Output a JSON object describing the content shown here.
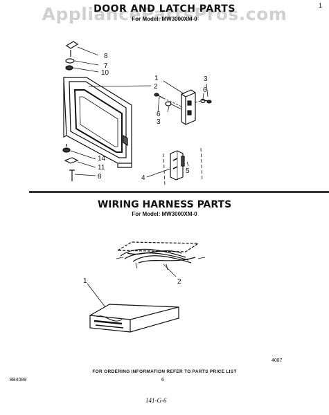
{
  "page": {
    "watermark": "AppliancePartsPros.com",
    "corner_mark": "1",
    "door_section": {
      "title": "DOOR AND LATCH PARTS",
      "model": "For Model: MW3000XM-0"
    },
    "harness_section": {
      "title": "WIRING HARNESS PARTS",
      "model": "For Model: MW3000XM-0"
    },
    "footer": {
      "note": "FOR ORDERING INFORMATION REFER TO PARTS PRICE LIST",
      "doc_number": "8B4089",
      "page_number": "6",
      "rev_code": "4087",
      "handwritten": "141-G-6"
    }
  },
  "callouts": {
    "door": [
      "8",
      "7",
      "10",
      "1",
      "2",
      "3",
      "6",
      "6",
      "3",
      "14",
      "11",
      "8",
      "4",
      "5"
    ],
    "harness": [
      "2",
      "1"
    ]
  }
}
